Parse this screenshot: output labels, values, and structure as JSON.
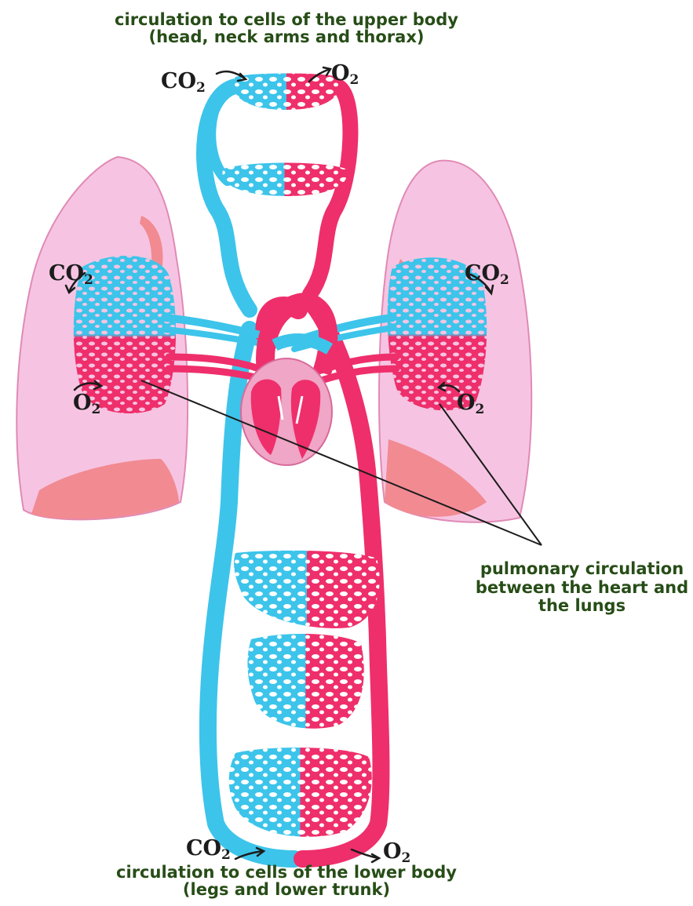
{
  "captions": {
    "upper_line1": "circulation to cells of the upper body",
    "upper_line2": "(head, neck arms and thorax)",
    "pulmonary_line1": "pulmonary circulation",
    "pulmonary_line2": "between the heart and",
    "pulmonary_line3": "the lungs",
    "lower_line1": "circulation to cells of the lower body",
    "lower_line2": "(legs and lower trunk)"
  },
  "gases": {
    "co2_base": "CO",
    "co2_sub": "2",
    "o2_base": "O",
    "o2_sub": "2"
  },
  "colors": {
    "oxygenated": "#ee2f6b",
    "deoxygenated": "#3dc4ea",
    "lung": "#f6c4e2",
    "lung_shadow": "#f28a92",
    "heart": "#f0a6c6",
    "label_text": "#274d17"
  }
}
